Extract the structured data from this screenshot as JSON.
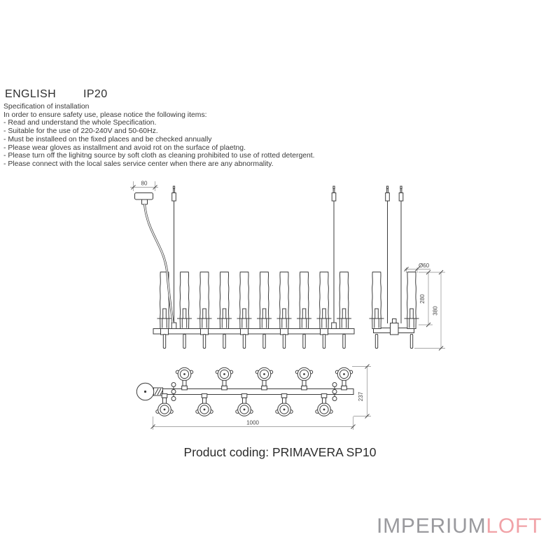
{
  "header": {
    "language": "ENGLISH",
    "ip_rating": "IP20"
  },
  "spec": {
    "title": "Specification of installation",
    "intro": "In order to ensure safety use, please notice the following items:",
    "items": [
      "- Read and understand the whole Specification.",
      "- Suitable for the use of 220-240V and 50-60Hz.",
      "- Must be installeed on the fixed places and be checked annually",
      "- Please wear gloves as installment and avoid rot on the surface of plaetng.",
      "- Please turn off the lighitng source by soft cloth as cleaning prohibited to use of rotted detergent.",
      "- Please connect with the local sales service center when there are any abnormality."
    ]
  },
  "drawing": {
    "dimensions": {
      "canopy_width": "80",
      "shade_diameter": "Ø60",
      "shade_height": "280",
      "fixture_height": "380",
      "fixture_depth": "237",
      "fixture_length": "1000"
    },
    "line_color": "#3c3c3c",
    "dim_color": "#8c8c8c"
  },
  "product": {
    "coding_label": "Product coding: PRIMAVERA SP10"
  },
  "logo": {
    "text_primary": "IMPERIUM",
    "text_secondary": "LOFT",
    "color_primary": "#9a9a9e",
    "color_secondary": "#f1a2a7"
  }
}
